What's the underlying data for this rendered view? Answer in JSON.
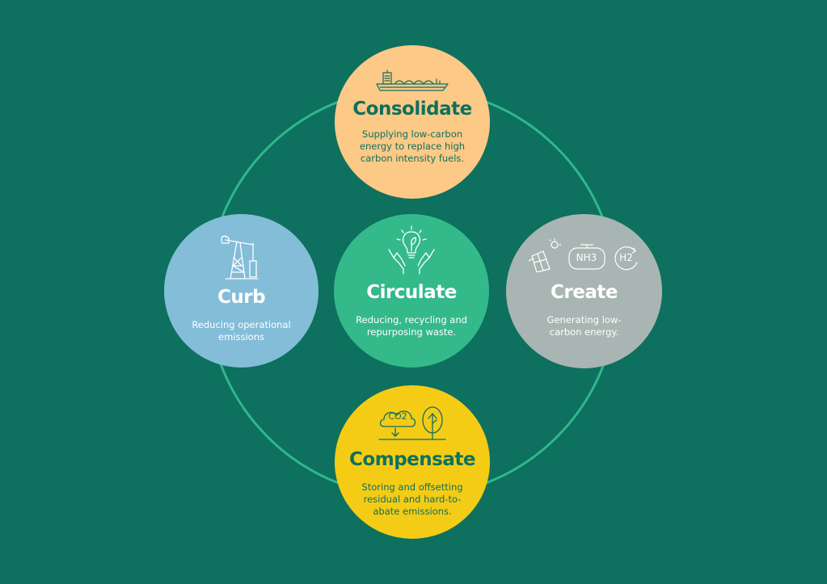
{
  "colors": {
    "background": "#0e705f",
    "ring": "#2fb88a",
    "consolidate": "#fdc986",
    "curb": "#84bdd8",
    "circulate": "#34b98b",
    "create": "#a9b5b3",
    "compensate": "#f4cc16",
    "dark_text": "#0e705f"
  },
  "nodes": {
    "consolidate": {
      "title": "Consolidate",
      "description": "Supplying low-carbon energy to replace high carbon intensity fuels.",
      "icon": "tanker-ship-icon"
    },
    "curb": {
      "title": "Curb",
      "description": "Reducing operational emissions",
      "icon": "oil-pump-icon"
    },
    "circulate": {
      "title": "Circulate",
      "description": "Reducing, recycling and repurposing waste.",
      "icon": "hands-lightbulb-leaf-icon"
    },
    "create": {
      "title": "Create",
      "description": "Generating low-carbon energy.",
      "icon": "solar-ammonia-hydrogen-icon",
      "icon_labels": {
        "ammonia": "NH3",
        "hydrogen": "H2"
      }
    },
    "compensate": {
      "title": "Compensate",
      "description": "Storing and offsetting residual and hard-to-abate emissions.",
      "icon": "co2-cloud-tree-icon",
      "icon_labels": {
        "co2": "CO2"
      }
    }
  }
}
